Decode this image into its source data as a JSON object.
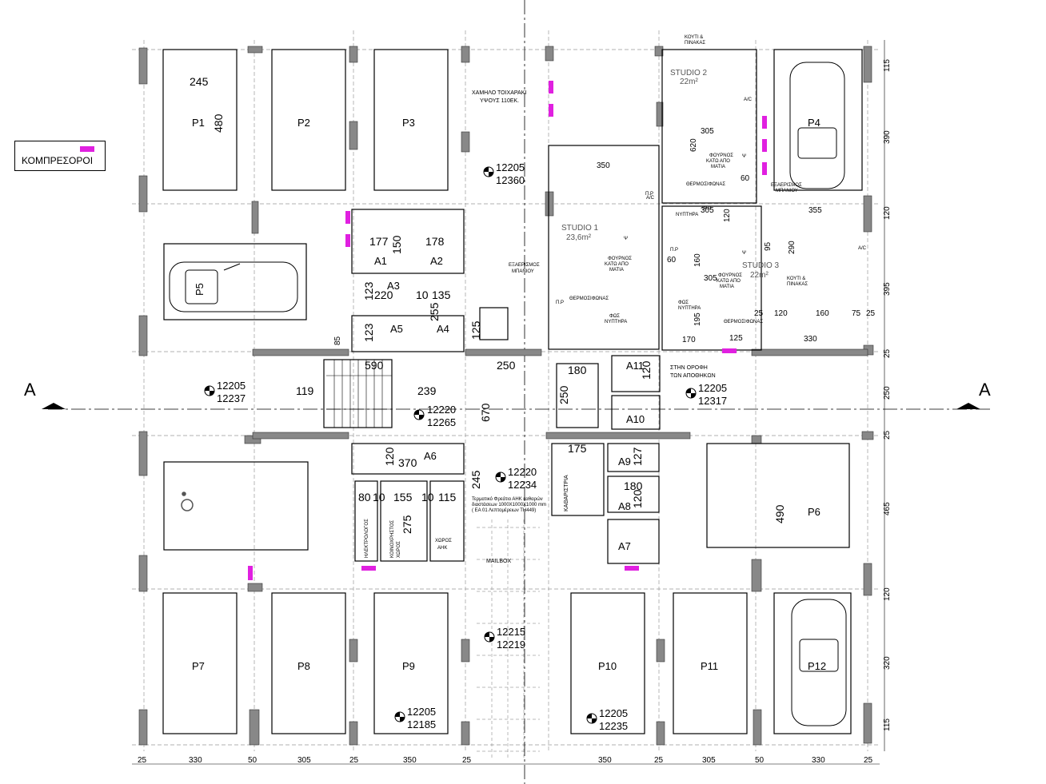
{
  "legend": {
    "label": "ΚΟΜΠΡΕΣΟΡΟΙ",
    "swatch_color": "#e020e0"
  },
  "section_marker": "A",
  "parking": [
    "P1",
    "P2",
    "P3",
    "P4",
    "P5",
    "P6",
    "P7",
    "P8",
    "P9",
    "P10",
    "P11",
    "P12"
  ],
  "storage": [
    "A1",
    "A2",
    "A3",
    "A4",
    "A5",
    "A6",
    "A7",
    "A8",
    "A9",
    "A10",
    "A11"
  ],
  "studios": [
    {
      "name": "STUDIO 1",
      "area": "23,6m²"
    },
    {
      "name": "STUDIO 2",
      "area": "22m²"
    },
    {
      "name": "STUDIO 3",
      "area": "22m²"
    }
  ],
  "elevations": [
    {
      "top": "12205",
      "bottom": "12360"
    },
    {
      "top": "12205",
      "bottom": "12237"
    },
    {
      "top": "12220",
      "bottom": "12265"
    },
    {
      "top": "12205",
      "bottom": "12317"
    },
    {
      "top": "12220",
      "bottom": "12234"
    },
    {
      "top": "12215",
      "bottom": "12219"
    },
    {
      "top": "12205",
      "bottom": "12185"
    },
    {
      "top": "12205",
      "bottom": "12235"
    }
  ],
  "notes": {
    "low_wall": "ΧΑΜΗΛΟ ΤΟΙΧΑΡΑΚΙ",
    "low_wall_height": "ΥΨΟΥΣ 110ΕΚ.",
    "storage_roof_1": "ΣΤΗΝ ΟΡΟΦΗ",
    "storage_roof_2": "ΤΩΝ ΑΠΟΘΗΚΩΝ",
    "mailbox": "MAILBOX",
    "cleaning": "ΚΑΘΑΡΙΣΤΡΙΑ",
    "electrical": "ΗΛΕΚΤΡΟΛΟΓΟΣ",
    "common_1": "ΚΟΙΝΟΧΡΗΣΤΟΣ",
    "common_2": "ΧΩΡΟΣ",
    "ahk_1": "ΧΩΡΟΣ",
    "ahk_2": "ΑΗΚ",
    "bath_vent_1": "ΕΞΑΕΡΙΣΜΟΣ",
    "bath_vent_2": "ΜΠΑΝΙΟΥ",
    "water_heater": "ΘΕΡΜΟΣΙΦΩΝΑΣ",
    "light_1": "ΦΩΣ",
    "light_2": "ΝΥΠΤΗΡΑ",
    "oven_1": "ΦΟΥΡΝΟΣ",
    "oven_2": "ΚΑΤΩ ΑΠΟ",
    "oven_3": "ΜΑΤΙΑ",
    "box_1": "ΚΟΥΤΙ &",
    "box_2": "ΠΙΝΑΚΑΣ",
    "ahk_note_1": "Τερματικό Φρεάτιο ΑΗΚ καθαρών",
    "ahk_note_2": "διαστάσεων 1000X1000X1000 mm",
    "ahk_note_3": "( ΕΑ 01 Λεπτομέρειων ΤΗ449)",
    "pr": "Π.Ρ",
    "ac": "A/C",
    "psi": "Ψ"
  },
  "dimensions": {
    "bottom": [
      "25",
      "330",
      "50",
      "305",
      "25",
      "350",
      "25",
      "350",
      "25",
      "305",
      "50",
      "330",
      "25"
    ],
    "right": [
      "115",
      "390",
      "120",
      "395",
      "25",
      "250",
      "25",
      "465",
      "120",
      "320",
      "115"
    ],
    "labels": [
      "245",
      "480",
      "177",
      "178",
      "150",
      "123",
      "220",
      "10",
      "135",
      "123",
      "255",
      "85",
      "125",
      "590",
      "119",
      "239",
      "670",
      "250",
      "250",
      "180",
      "120",
      "120",
      "370",
      "80",
      "10",
      "155",
      "10",
      "115",
      "275",
      "245",
      "175",
      "127",
      "180",
      "120",
      "490",
      "350",
      "620",
      "305",
      "60",
      "120",
      "305",
      "355",
      "290",
      "95",
      "60",
      "160",
      "305",
      "170",
      "195",
      "125",
      "25",
      "120",
      "160",
      "75",
      "25",
      "330"
    ]
  }
}
